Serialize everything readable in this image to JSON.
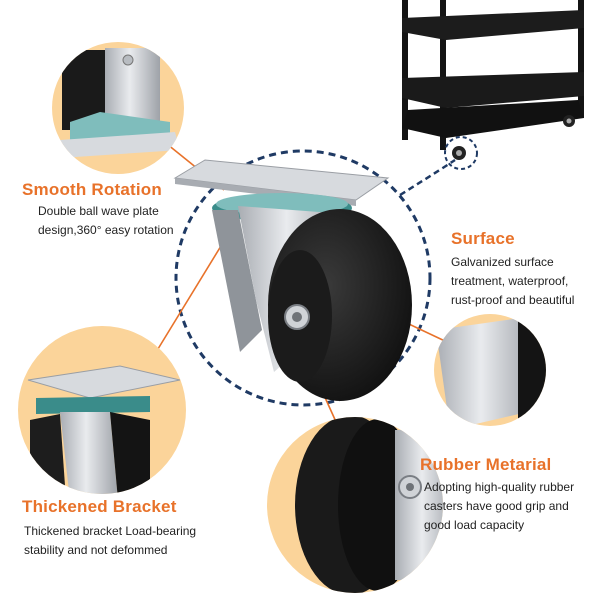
{
  "colors": {
    "accent": "#e8722a",
    "text": "#222222",
    "dashed_ring": "#1f3a64",
    "peach_bg": "#fbd49a",
    "rubber": "#151515",
    "metal": "#c9ccd1",
    "cart": "#141414"
  },
  "features": [
    {
      "title": "Smooth Rotation",
      "desc_lines": [
        "Double ball wave plate",
        "design,360° easy rotation"
      ]
    },
    {
      "title": "Surface",
      "desc_lines": [
        "Galvanized surface",
        "treatment, waterproof,",
        "rust-proof and beautiful"
      ]
    },
    {
      "title": "Thickened Bracket",
      "desc_lines": [
        "Thickened  bracket Load-bearing",
        "stability and not defommed"
      ]
    },
    {
      "title": "Rubber Metarial",
      "desc_lines": [
        "Adopting high-quality rubber",
        "casters have good grip and",
        "good load capacity"
      ]
    }
  ]
}
